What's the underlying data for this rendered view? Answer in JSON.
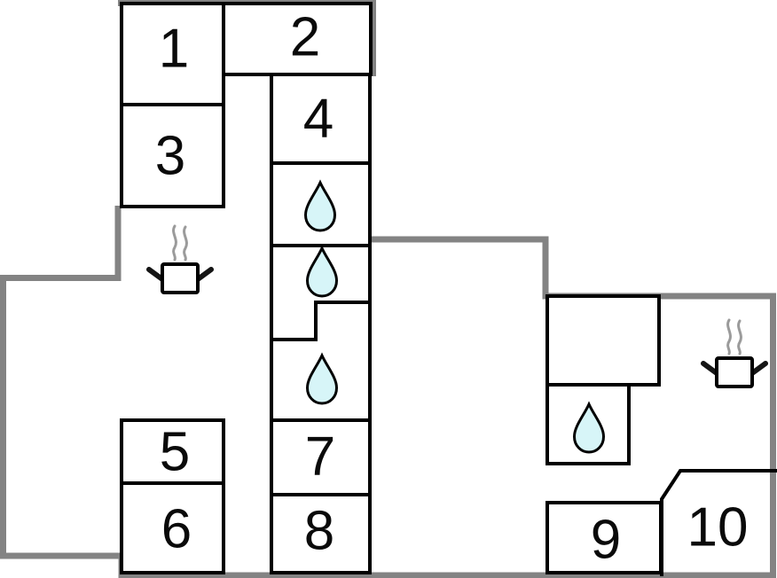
{
  "plan": {
    "type": "floor-plan",
    "background": "#ffffff",
    "wall_color": "#838383",
    "line_color": "#000000",
    "drop_fill_color": "#d7f5f8",
    "steam_color": "#9b9b9b",
    "rooms": [
      {
        "label": "1"
      },
      {
        "label": "2"
      },
      {
        "label": "3"
      },
      {
        "label": "4"
      },
      {
        "label": "5"
      },
      {
        "label": "6"
      },
      {
        "label": "7"
      },
      {
        "label": "8"
      },
      {
        "label": "9"
      },
      {
        "label": "10"
      }
    ],
    "icons": [
      {
        "name": "water-drop-icon"
      },
      {
        "name": "water-drop-icon"
      },
      {
        "name": "water-drop-icon"
      },
      {
        "name": "water-drop-icon"
      },
      {
        "name": "stove-icon"
      },
      {
        "name": "stove-icon"
      }
    ]
  }
}
